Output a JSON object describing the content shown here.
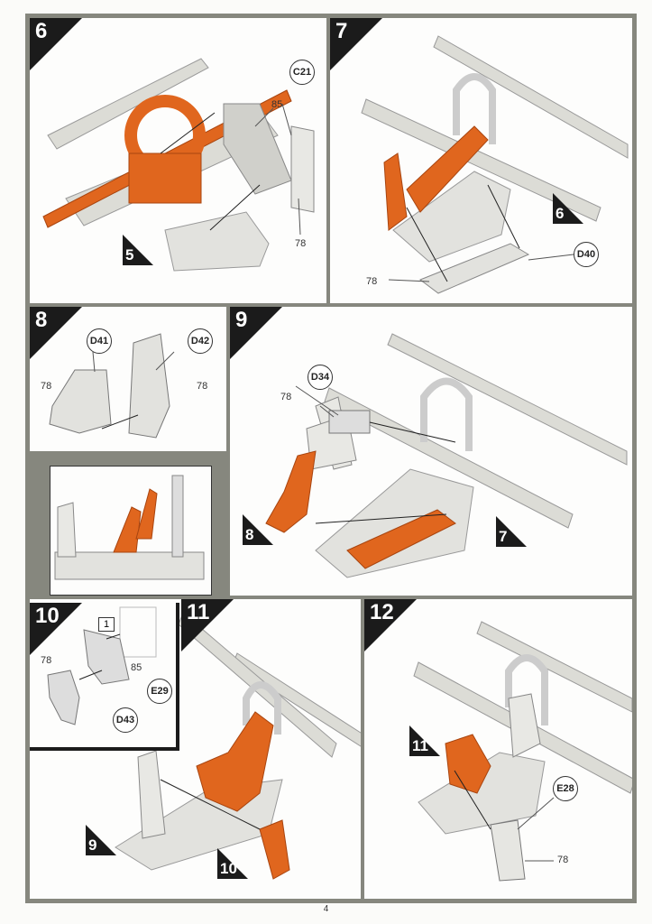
{
  "page_number": "4",
  "colors": {
    "frame": "#86877e",
    "part_grey": "#dcdcd6",
    "part_orange": "#e0661e",
    "badge": "#1b1b1b"
  },
  "steps": {
    "s6": {
      "number": "6",
      "callouts": [
        "C21"
      ],
      "numbers": [
        "85",
        "78"
      ],
      "refs": [
        "5"
      ]
    },
    "s7": {
      "number": "7",
      "callouts": [
        "D40"
      ],
      "numbers": [
        "78"
      ],
      "refs": [
        "6"
      ]
    },
    "s8": {
      "number": "8",
      "callouts": [
        "D41",
        "D42"
      ],
      "numbers": [
        "78",
        "78"
      ]
    },
    "s9": {
      "number": "9",
      "callouts": [
        "D34"
      ],
      "numbers": [
        "78"
      ],
      "refs": [
        "8",
        "7"
      ]
    },
    "s10": {
      "number": "10",
      "callouts": [
        "E29",
        "D43"
      ],
      "numbers": [
        "78",
        "85"
      ],
      "decal": "1"
    },
    "s11": {
      "number": "11",
      "refs": [
        "9",
        "10"
      ]
    },
    "s12": {
      "number": "12",
      "callouts": [
        "E28"
      ],
      "numbers": [
        "78"
      ],
      "refs": [
        "11"
      ]
    }
  }
}
